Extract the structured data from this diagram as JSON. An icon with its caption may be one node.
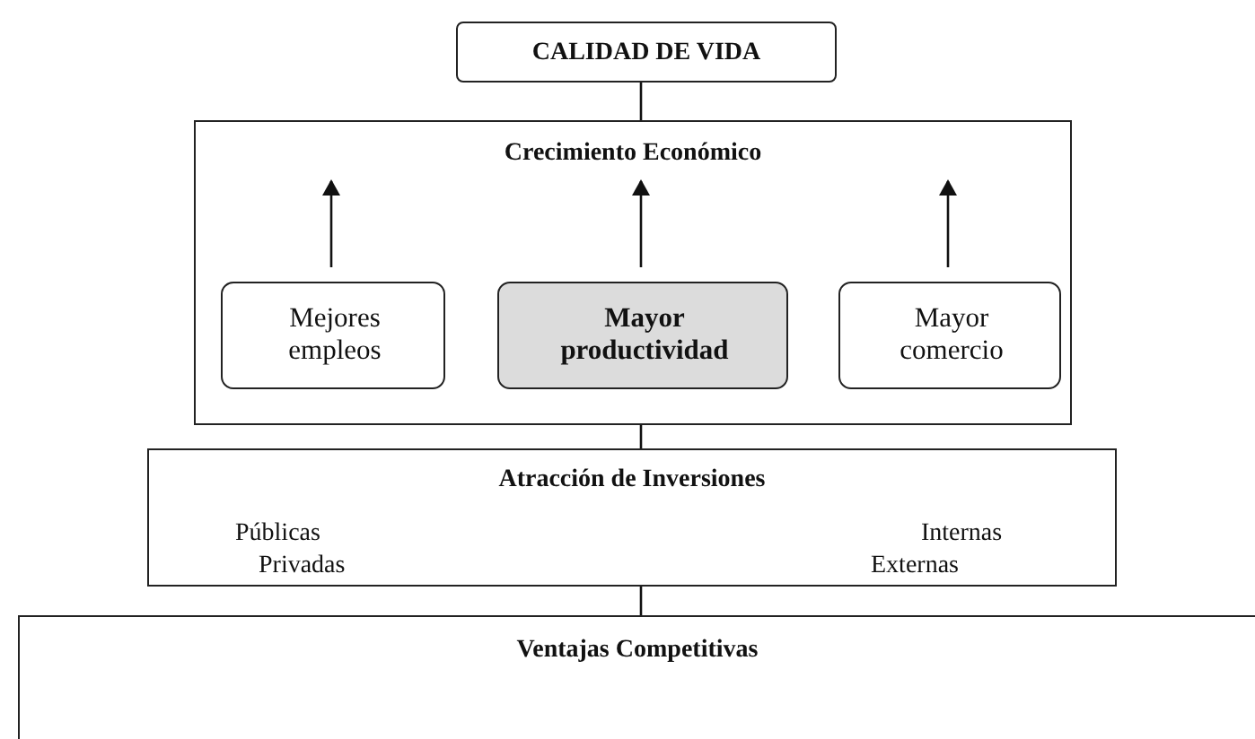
{
  "diagram": {
    "nodes": [
      {
        "text": [
          "CALIDAD DE VIDA"
        ]
      },
      {
        "text": [
          "Crecimiento Económico"
        ]
      },
      {
        "text": [
          "Mejores empleos"
        ],
        "in": 1
      },
      {
        "text": [
          "Mayor productividad"
        ],
        "in": 1
      },
      {
        "text": [
          "Mayor comercio"
        ],
        "in": 1
      },
      {
        "text": [
          "Atracción de Inversiones",
          "Públicas",
          "Privadas",
          "Internas",
          "Externas"
        ]
      },
      {
        "text": [
          "Ventajas Competitivas"
        ]
      }
    ],
    "edges": [
      {
        "from": 1,
        "to": 0,
        "arrow": "none"
      },
      {
        "from": 2,
        "to": 1,
        "arrow": "to"
      },
      {
        "from": 3,
        "to": 1,
        "arrow": "to"
      },
      {
        "from": 4,
        "to": 1,
        "arrow": "to"
      },
      {
        "from": 5,
        "to": 1,
        "arrow": "none"
      },
      {
        "from": 6,
        "to": 5,
        "arrow": "none"
      }
    ]
  }
}
